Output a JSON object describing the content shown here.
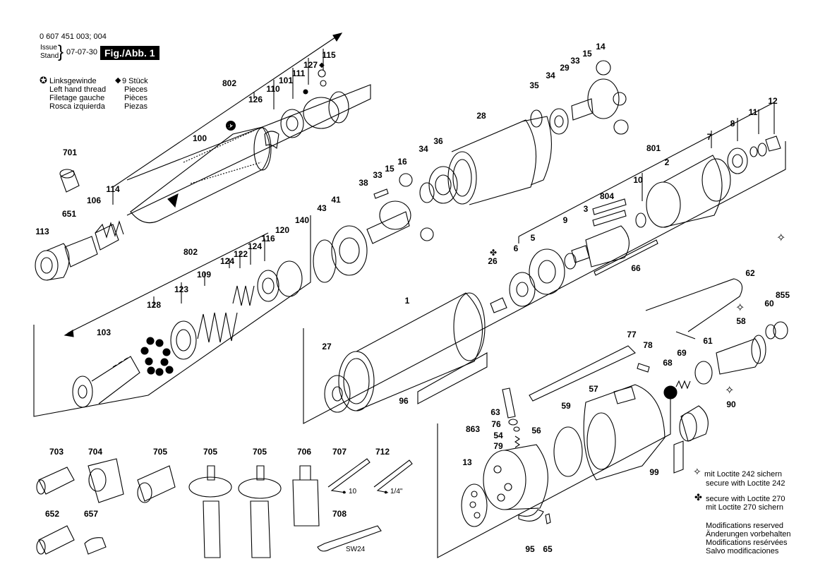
{
  "header": {
    "part_number": "0 607 451 003; 004",
    "issue_label": "Issue",
    "stand_label": "Stand",
    "issue_date": "07-07-30",
    "figure_label": "Fig./Abb. 1"
  },
  "legend": {
    "left_hand_thread": [
      "Linksgewinde",
      "Left hand thread",
      "Filetage gauche",
      "Rosca izquierda"
    ],
    "count_lines": [
      "9 Stück",
      "Pieces",
      "Pièces",
      "Piezas"
    ],
    "loctite_242": [
      "mit Loctite 242 sichern",
      "secure with Loctite 242"
    ],
    "loctite_270": [
      "secure with Loctite 270",
      "mit Loctite 270 sichern"
    ],
    "modifications": [
      "Modifications reserved",
      "Änderungen vorbehalten",
      "Modifications resérvées",
      "Salvo modificaciones"
    ]
  },
  "callouts": {
    "c802a": "802",
    "c115": "115",
    "c127": "127",
    "c111": "111",
    "c101": "101",
    "c110": "110",
    "c126": "126",
    "c100": "100",
    "c701": "701",
    "c114": "114",
    "c106": "106",
    "c651": "651",
    "c113": "113",
    "c14": "14",
    "c15a": "15",
    "c33a": "33",
    "c29": "29",
    "c34a": "34",
    "c35": "35",
    "c28": "28",
    "c36": "36",
    "c34b": "34",
    "c16": "16",
    "c15b": "15",
    "c33b": "33",
    "c38": "38",
    "c41": "41",
    "c43": "43",
    "c140": "140",
    "c120": "120",
    "c116": "116",
    "c124a": "124",
    "c122": "122",
    "c802b": "802",
    "c109": "109",
    "c124b": "124",
    "c123": "123",
    "c128": "128",
    "c103": "103",
    "c12": "12",
    "c11": "11",
    "c8": "8",
    "c7": "7",
    "c801": "801",
    "c2": "2",
    "c10": "10",
    "c804": "804",
    "c3": "3",
    "c9": "9",
    "c5": "5",
    "c6": "6",
    "c66": "66",
    "c26": "26",
    "c1": "1",
    "c27": "27",
    "c96": "96",
    "c62": "62",
    "c855": "855",
    "c60": "60",
    "c58": "58",
    "c61": "61",
    "c69": "69",
    "c68": "68",
    "c77": "77",
    "c78": "78",
    "c57": "57",
    "c59": "59",
    "c90": "90",
    "c63": "63",
    "c76": "76",
    "c863": "863",
    "c54": "54",
    "c79": "79",
    "c56": "56",
    "c13": "13",
    "c99": "99",
    "c95": "95",
    "c65": "65",
    "c703": "703",
    "c704": "704",
    "c705a": "705",
    "c705b": "705",
    "c705c": "705",
    "c706": "706",
    "c707": "707",
    "c712": "712",
    "c652": "652",
    "c657": "657",
    "c708": "708"
  },
  "accessory_notes": {
    "hex10": "10",
    "hex14": "1/4\"",
    "sw24": "SW24"
  }
}
